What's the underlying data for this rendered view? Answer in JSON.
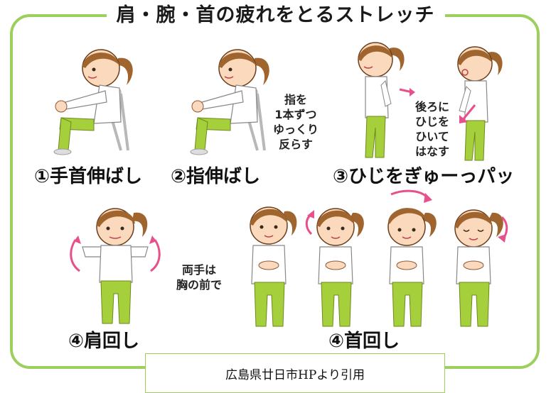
{
  "title": "肩・腕・首の疲れをとるストレッチ",
  "steps": {
    "wrist": "①手首伸ばし",
    "finger": "②指伸ばし",
    "elbow": "③ひじをぎゅーっパッ",
    "shoulder": "④肩回し",
    "neck": "④首回し"
  },
  "notes": {
    "finger": "指を\n1本ずつ\nゆっくり\n反らす",
    "elbow": "後ろに\nひじを\nひいて\nはなす",
    "hands": "両手は\n胸の前で"
  },
  "caption": "広島県廿日市HPより引用",
  "colors": {
    "frame": "#9ccf5c",
    "hair": "#a0652e",
    "skin": "#fbd9bd",
    "pants": "#a6cf3c",
    "shirt": "#ffffff",
    "arrow": "#e8508c"
  }
}
